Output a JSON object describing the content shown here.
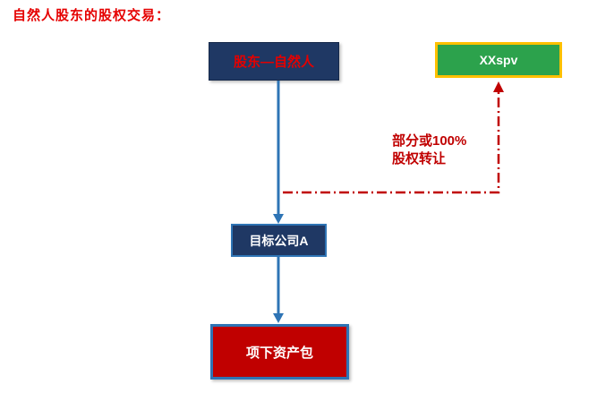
{
  "title": "自然人股东的股权交易：",
  "nodes": {
    "shareholder": {
      "label": "股东—自然人"
    },
    "spv": {
      "label": "XXspv"
    },
    "target": {
      "label": "目标公司A"
    },
    "asset": {
      "label": "项下资产包"
    }
  },
  "annotations": {
    "transfer_line1": "部分或100%",
    "transfer_line2": "股权转让"
  },
  "edges": [
    {
      "from": "shareholder",
      "to": "target",
      "style": "solid-blue-arrow"
    },
    {
      "from": "target",
      "to": "asset",
      "style": "solid-blue-arrow"
    },
    {
      "from": "shareholder-target-line",
      "to": "spv",
      "style": "dash-dot-red-arrow",
      "label": "部分或100%股权转让"
    }
  ],
  "colors": {
    "navy": "#1f3864",
    "box_red": "#c00000",
    "text_red": "#e50000",
    "green": "#2ca24c",
    "yellow_border": "#ffc000",
    "blue_border": "#2e74b5",
    "arrow_blue": "#2e74b5",
    "dash_red": "#c00000",
    "background": "#ffffff"
  }
}
